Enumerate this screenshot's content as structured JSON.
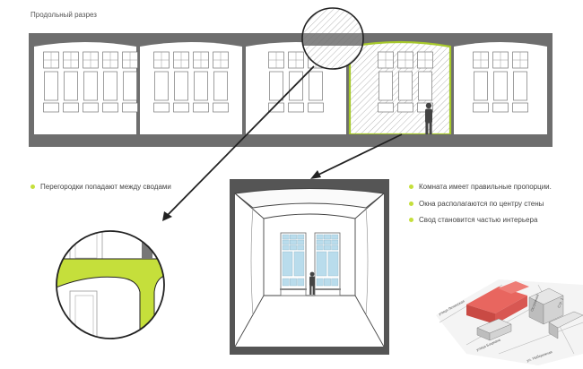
{
  "header": {
    "title": "Продольный разрез"
  },
  "notes": {
    "left": [
      "Перегородки попадают между сводами"
    ],
    "right": [
      "Комната имеет правильные пропорции.",
      "Окна располагаются по центру стены",
      "Свод становится частью интерьера"
    ]
  },
  "map": {
    "streets": [
      "улица Ленинская",
      "улица Боцмана",
      "Островной",
      "Стр. 1",
      "ул. Набережная"
    ]
  },
  "colors": {
    "accent": "#c5df3b",
    "wall": "#6e6e6e",
    "highlight": "#e8665f",
    "glass": "#b9dcec"
  }
}
